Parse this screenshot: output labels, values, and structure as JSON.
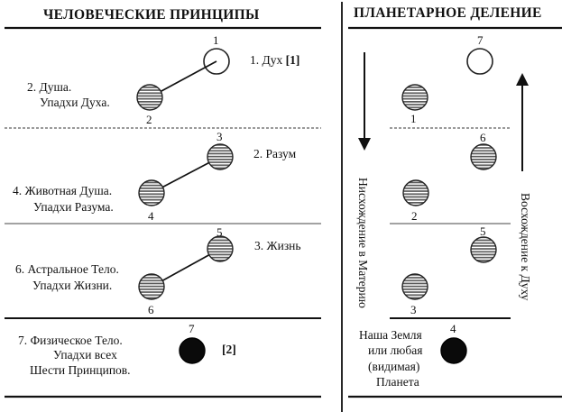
{
  "left_panel": {
    "title": "ЧЕЛОВЕЧЕСКИЕ ПРИНЦИПЫ",
    "principles": [
      {
        "number": "1",
        "label": "1. Дух",
        "ref": "[1]"
      },
      {
        "number": "2",
        "label_line1": "2. Душа.",
        "label_line2": "Упадхи Духа."
      },
      {
        "number": "3",
        "label": "2. Разум"
      },
      {
        "number": "4",
        "label_line1": "4. Животная Душа.",
        "label_line2": "Упадхи Разума."
      },
      {
        "number": "5",
        "label": "3. Жизнь"
      },
      {
        "number": "6",
        "label_line1": "6. Астральное Тело.",
        "label_line2": "Упадхи Жизни."
      },
      {
        "number": "7",
        "label_line1": "7. Физическое Тело.",
        "label_line2": "Упадхи всех",
        "label_line3": "Шести Принципов.",
        "ref": "[2]"
      }
    ]
  },
  "right_panel": {
    "title": "ПЛАНЕТАРНОЕ ДЕЛЕНИЕ",
    "descent_label": "Нисхождение в Материю",
    "ascent_label": "Восхождение к Духу",
    "planets": [
      "1",
      "2",
      "3",
      "4",
      "5",
      "6",
      "7"
    ],
    "earth_line1": "Наша Земля",
    "earth_line2": "или любая",
    "earth_line3": "(видимая)",
    "earth_line4": "Планета"
  },
  "colors": {
    "ink": "#111111",
    "stripe_fill": "#8a8a8a",
    "hollow_fill": "#ffffff",
    "solid_fill": "#0a0a0a"
  }
}
